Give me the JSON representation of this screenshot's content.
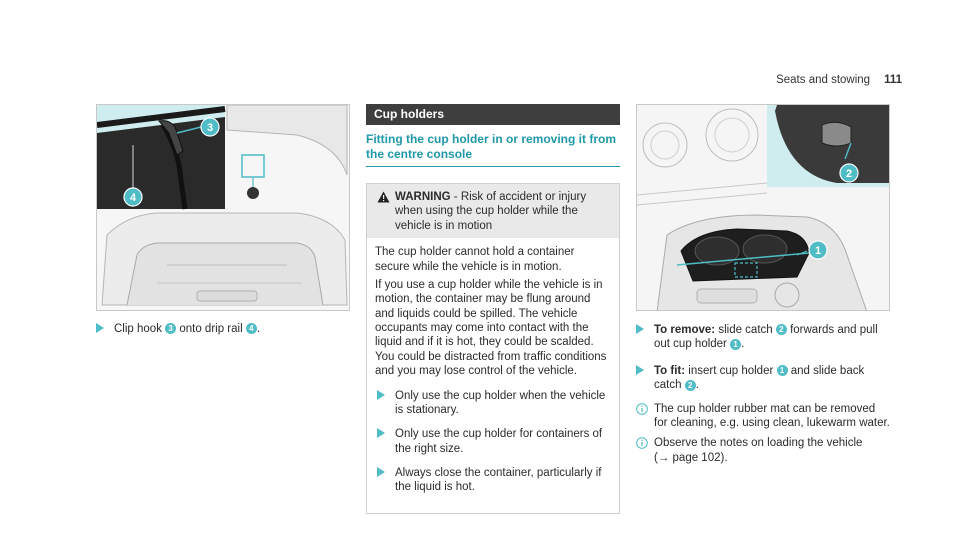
{
  "header": {
    "section": "Seats and stowing",
    "page": "111"
  },
  "left": {
    "callouts": [
      "3",
      "4"
    ],
    "step": {
      "text_before": "Clip hook",
      "ref1": "3",
      "text_mid": "onto drip rail",
      "ref2": "4",
      "text_after": "."
    }
  },
  "middle": {
    "title": "Cup holders",
    "subtitle": "Fitting the cup holder in or removing it from the centre console",
    "warning": {
      "label": "WARNING",
      "head_text": " - Risk of accident or injury when using the cup holder while the vehicle is in motion",
      "para1": "The cup holder cannot hold a container secure while the vehicle is in motion.",
      "para2": "If you use a cup holder while the vehicle is in motion, the container may be flung around and liquids could be spilled. The vehicle occupants may come into contact with the liquid and if it is hot, they could be scalded. You could be distracted from traffic conditions and you may lose control of the vehicle.",
      "steps": [
        "Only use the cup holder when the vehicle is stationary.",
        "Only use the cup holder for containers of the right size.",
        "Always close the container, particularly if the liquid is hot."
      ]
    }
  },
  "right": {
    "callouts": [
      "1",
      "2"
    ],
    "remove": {
      "label": "To remove:",
      "text1": " slide catch",
      "ref1": "2",
      "text2": "forwards and pull out cup holder",
      "ref2": "1",
      "text3": "."
    },
    "fit": {
      "label": "To fit:",
      "text1": " insert cup holder",
      "ref1": "1",
      "text2": "and slide back catch",
      "ref2": "2",
      "text3": "."
    },
    "note1": "The cup holder rubber mat can be removed for cleaning, e.g. using clean, lukewarm water.",
    "note2_text": "Observe the notes on loading the vehicle",
    "note2_ref": "(→ page 102)."
  },
  "colors": {
    "accent": "#4fbcc6",
    "heading": "#1f98a8",
    "bar": "#3e3e3e"
  }
}
